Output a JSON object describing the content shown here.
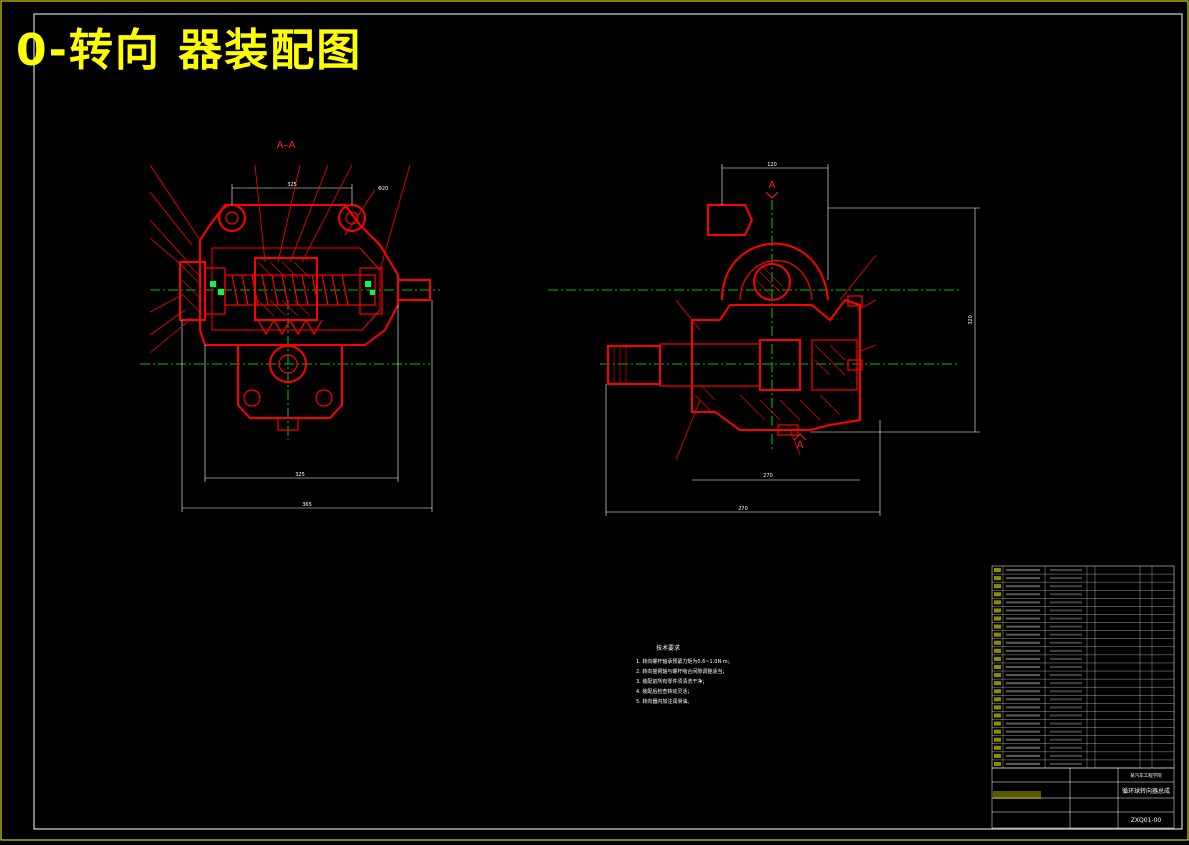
{
  "title": "0-转向 器装配图",
  "section_labels": {
    "front": "A–A",
    "side_top": "A",
    "side_bottom": "A"
  },
  "dimensions": {
    "front_top": "325",
    "front_inner": "325",
    "front_outer": "365",
    "side_top": "120",
    "side_mid": "270",
    "side_bottom": "270",
    "side_height": "320",
    "front_diam": "Φ20"
  },
  "tech_notes": {
    "heading": "技术要求",
    "lines": [
      "1. 转向螺杆轴承预紧力矩为0.6~1.0N·m；",
      "2. 转向摇臂轴与螺杆啮合间隙调整适当；",
      "3. 装配前所有零件须清洗干净；",
      "4. 装配后检查转动灵活；",
      "5. 转向器内加注润滑油。"
    ]
  },
  "title_block": {
    "drawing_name": "循环球转向器总成",
    "drawing_number": "ZXQ01-00",
    "company": "某汽车工程学院"
  },
  "colors": {
    "background": "#000000",
    "part": "#ff0000",
    "centerline": "#00ff00",
    "dimension": "#ffffff",
    "title": "#ffff00",
    "hatch": "#00ff44"
  }
}
